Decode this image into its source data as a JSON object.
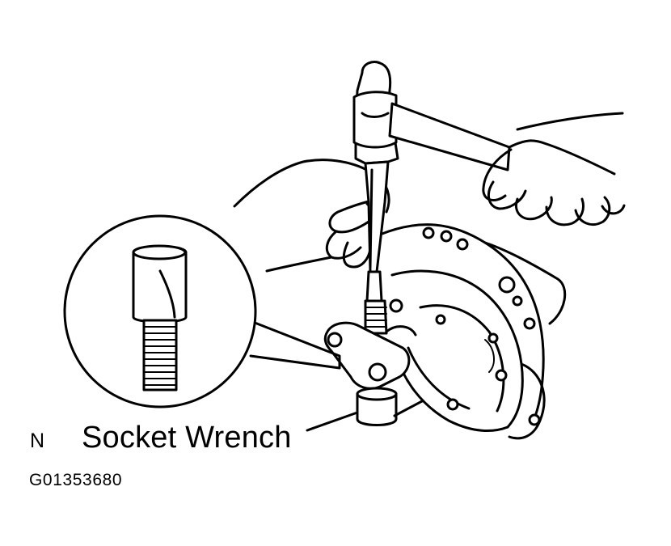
{
  "diagram": {
    "view_label": "N",
    "callout_label": "Socket Wrench",
    "figure_code": "G01353680"
  },
  "colors": {
    "ink": "#000000",
    "paper": "#ffffff"
  }
}
